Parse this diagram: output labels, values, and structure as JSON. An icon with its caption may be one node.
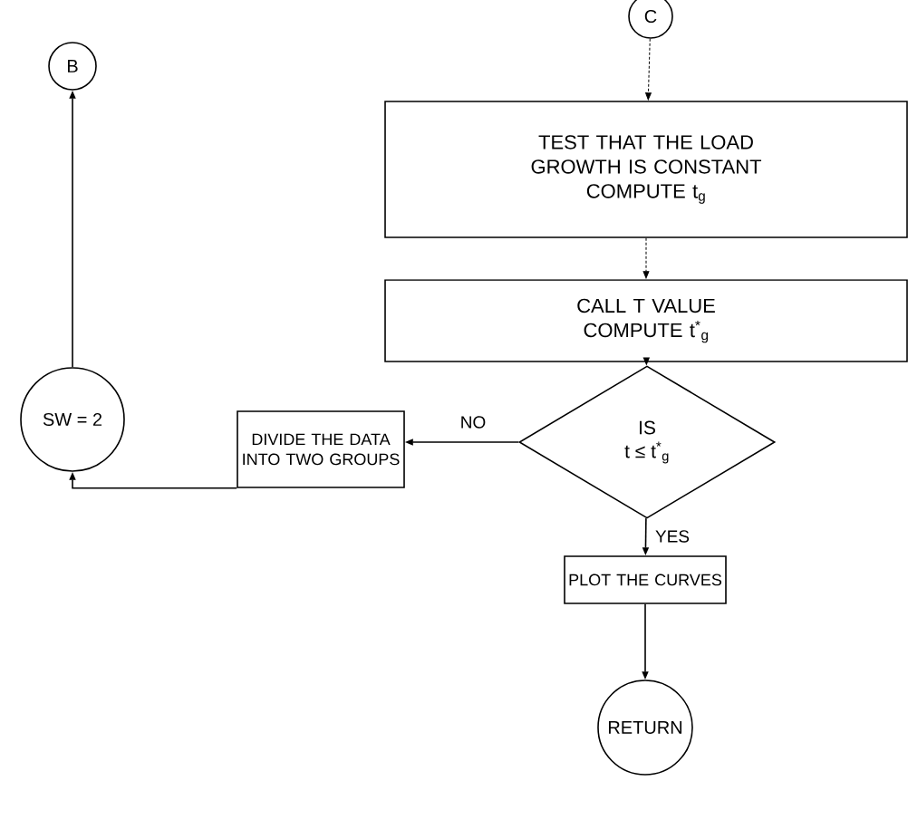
{
  "diagram": {
    "nodes": [
      {
        "text": [
          "C"
        ]
      },
      {
        "text": [
          "TEST THAT THE LOAD GROWTH IS CONSTANT",
          "COMPUTE t$_{g}$"
        ]
      },
      {
        "text": [
          "CALL T VALUE",
          "COMPUTE t$^{*}$$_{g}$"
        ]
      },
      {
        "text": [
          "IS",
          "t ≤ t$^{*}$$_{g}$"
        ]
      },
      {
        "text": [
          "DIVIDE THE DATA INTO TWO GROUPS"
        ]
      },
      {
        "text": [
          "SW = 2"
        ]
      },
      {
        "text": [
          "B"
        ]
      },
      {
        "text": [
          "PLOT THE CURVES"
        ]
      },
      {
        "text": [
          "RETURN"
        ]
      }
    ],
    "edges": [
      {
        "from": 0,
        "to": 1,
        "arrow": "to",
        "style": "dashed"
      },
      {
        "from": 1,
        "to": 2,
        "arrow": "to",
        "style": "dashed"
      },
      {
        "from": 2,
        "to": 3,
        "arrow": "to"
      },
      {
        "from": 3,
        "to": 4,
        "arrow": "to",
        "label": "NO"
      },
      {
        "from": 4,
        "to": 5,
        "arrow": "to"
      },
      {
        "from": 5,
        "to": 6,
        "arrow": "to"
      },
      {
        "from": 3,
        "to": 7,
        "arrow": "to",
        "label": "YES"
      },
      {
        "from": 7,
        "to": 8,
        "arrow": "to"
      }
    ]
  }
}
